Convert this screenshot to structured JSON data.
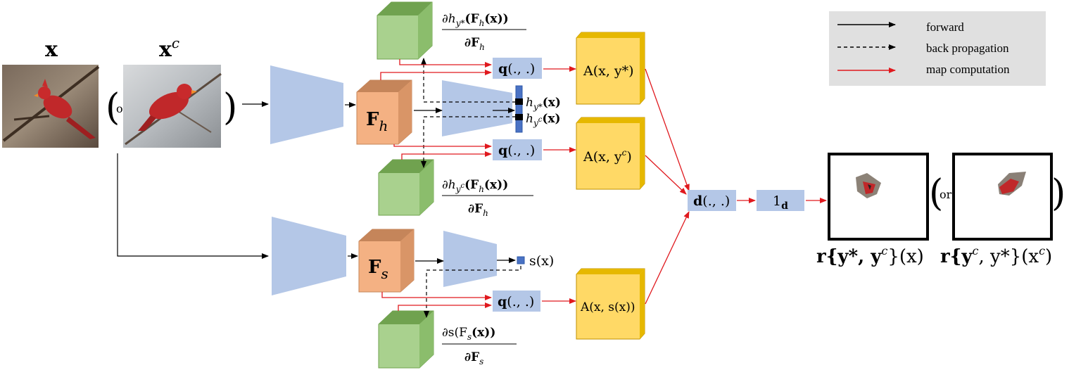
{
  "labels": {
    "x_label": "x",
    "xc_base": "x",
    "xc_sup": "c",
    "or": "or",
    "fh_base": "F",
    "fh_sub": "h",
    "fs_base": "F",
    "fs_sub": "s",
    "hy_star": "h",
    "hy_star_sub": "y*",
    "hy_star_arg": "(x)",
    "hy_c": "h",
    "hy_c_sub": "y",
    "hy_c_sup": "c",
    "hy_c_arg": "(x)",
    "sx": "s(x)",
    "q": "q",
    "q_args": "(., .)",
    "a_star": "A(x, y*)",
    "a_c": "A(x, y",
    "a_c_sup": "c",
    "a_c_end": ")",
    "a_s": "A(x, s(x))",
    "d": "d",
    "d_args": "(., .)",
    "one": "1",
    "one_sub": "d",
    "grad1_num": "∂h",
    "grad1_num_sub": "y*",
    "grad1_num_arg": "(F",
    "grad1_num_arg_sub": "h",
    "grad1_num_end": "(x))",
    "grad1_den": "∂F",
    "grad1_den_sub": "h",
    "grad2_num": "∂h",
    "grad2_num_sub": "y",
    "grad2_num_subsup": "c",
    "grad2_num_arg": "(F",
    "grad2_num_arg_sub": "h",
    "grad2_num_end": "(x))",
    "grad2_den": "∂F",
    "grad2_den_sub": "h",
    "grad3_num": "∂s(F",
    "grad3_num_sub": "s",
    "grad3_num_end": "(x))",
    "grad3_den": "∂F",
    "grad3_den_sub": "s",
    "r1": "r{y*, y",
    "r1_sup": "c",
    "r1_end": "}(x)",
    "r2": "r{y",
    "r2_sup": "c",
    "r2_mid": ", y*}(x",
    "r2_sup2": "c",
    "r2_end": ")"
  },
  "legend": {
    "forward": "forward",
    "back": "back propagation",
    "map": "map computation"
  },
  "colors": {
    "trapezoid": "#b4c7e7",
    "feature": "#f4b183",
    "feature_top": "#c5855a",
    "gradient": "#a9d18e",
    "gradient_top": "#70a24f",
    "attention": "#ffd966",
    "attention_side": "#bf9000",
    "op_box": "#b4c7e7",
    "red": "#e0191e",
    "legend_bg": "#e0e0e0",
    "logit": "#2f5aa8"
  }
}
